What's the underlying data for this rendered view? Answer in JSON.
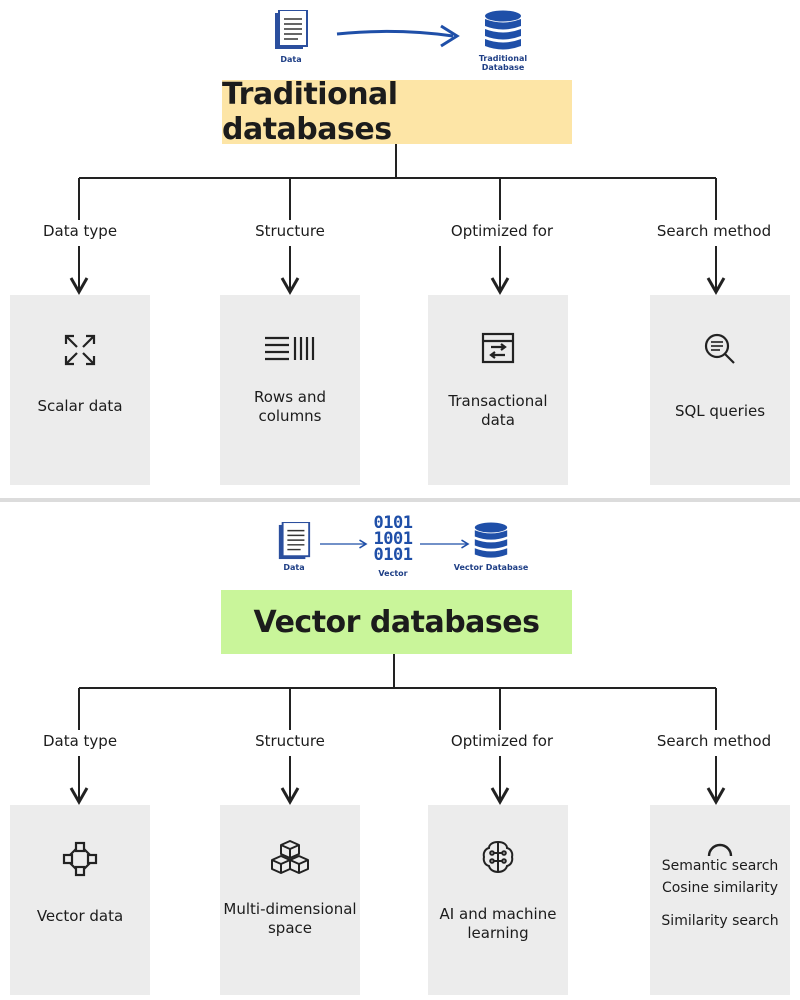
{
  "traditional": {
    "flow": {
      "source_label": "Data",
      "target_label": "Traditional\nDatabase"
    },
    "title": "Traditional databases",
    "title_bg": "#fde5a6",
    "categories": [
      {
        "label": "Data type",
        "card_text": "Scalar data",
        "icon": "expand-arrows-icon"
      },
      {
        "label": "Structure",
        "card_text": "Rows and\ncolumns",
        "icon": "rows-columns-icon"
      },
      {
        "label": "Optimized for",
        "card_text": "Transactional\ndata",
        "icon": "transaction-window-icon"
      },
      {
        "label": "Search method",
        "card_text": "SQL queries",
        "icon": "search-document-icon"
      }
    ]
  },
  "vector": {
    "flow": {
      "source_label": "Data",
      "binary_text": "0101\n1001\n0101",
      "middle_label": "Vector",
      "target_label": "Vector Database"
    },
    "title": "Vector databases",
    "title_bg": "#c9f59a",
    "categories": [
      {
        "label": "Data type",
        "card_text": "Vector data",
        "icon": "vector-nodes-icon"
      },
      {
        "label": "Structure",
        "card_text": "Multi-dimensional\nspace",
        "icon": "cubes-icon"
      },
      {
        "label": "Optimized for",
        "card_text": "AI and machine\nlearning",
        "icon": "brain-chip-icon"
      },
      {
        "label": "Search method",
        "card_text": "Semantic search\nCosine similarity",
        "card_text_2": "Similarity search",
        "icon": "arc-icon"
      }
    ]
  },
  "colors": {
    "accent": "#1f4fa8",
    "card_bg": "#ececec",
    "line": "#222222"
  }
}
